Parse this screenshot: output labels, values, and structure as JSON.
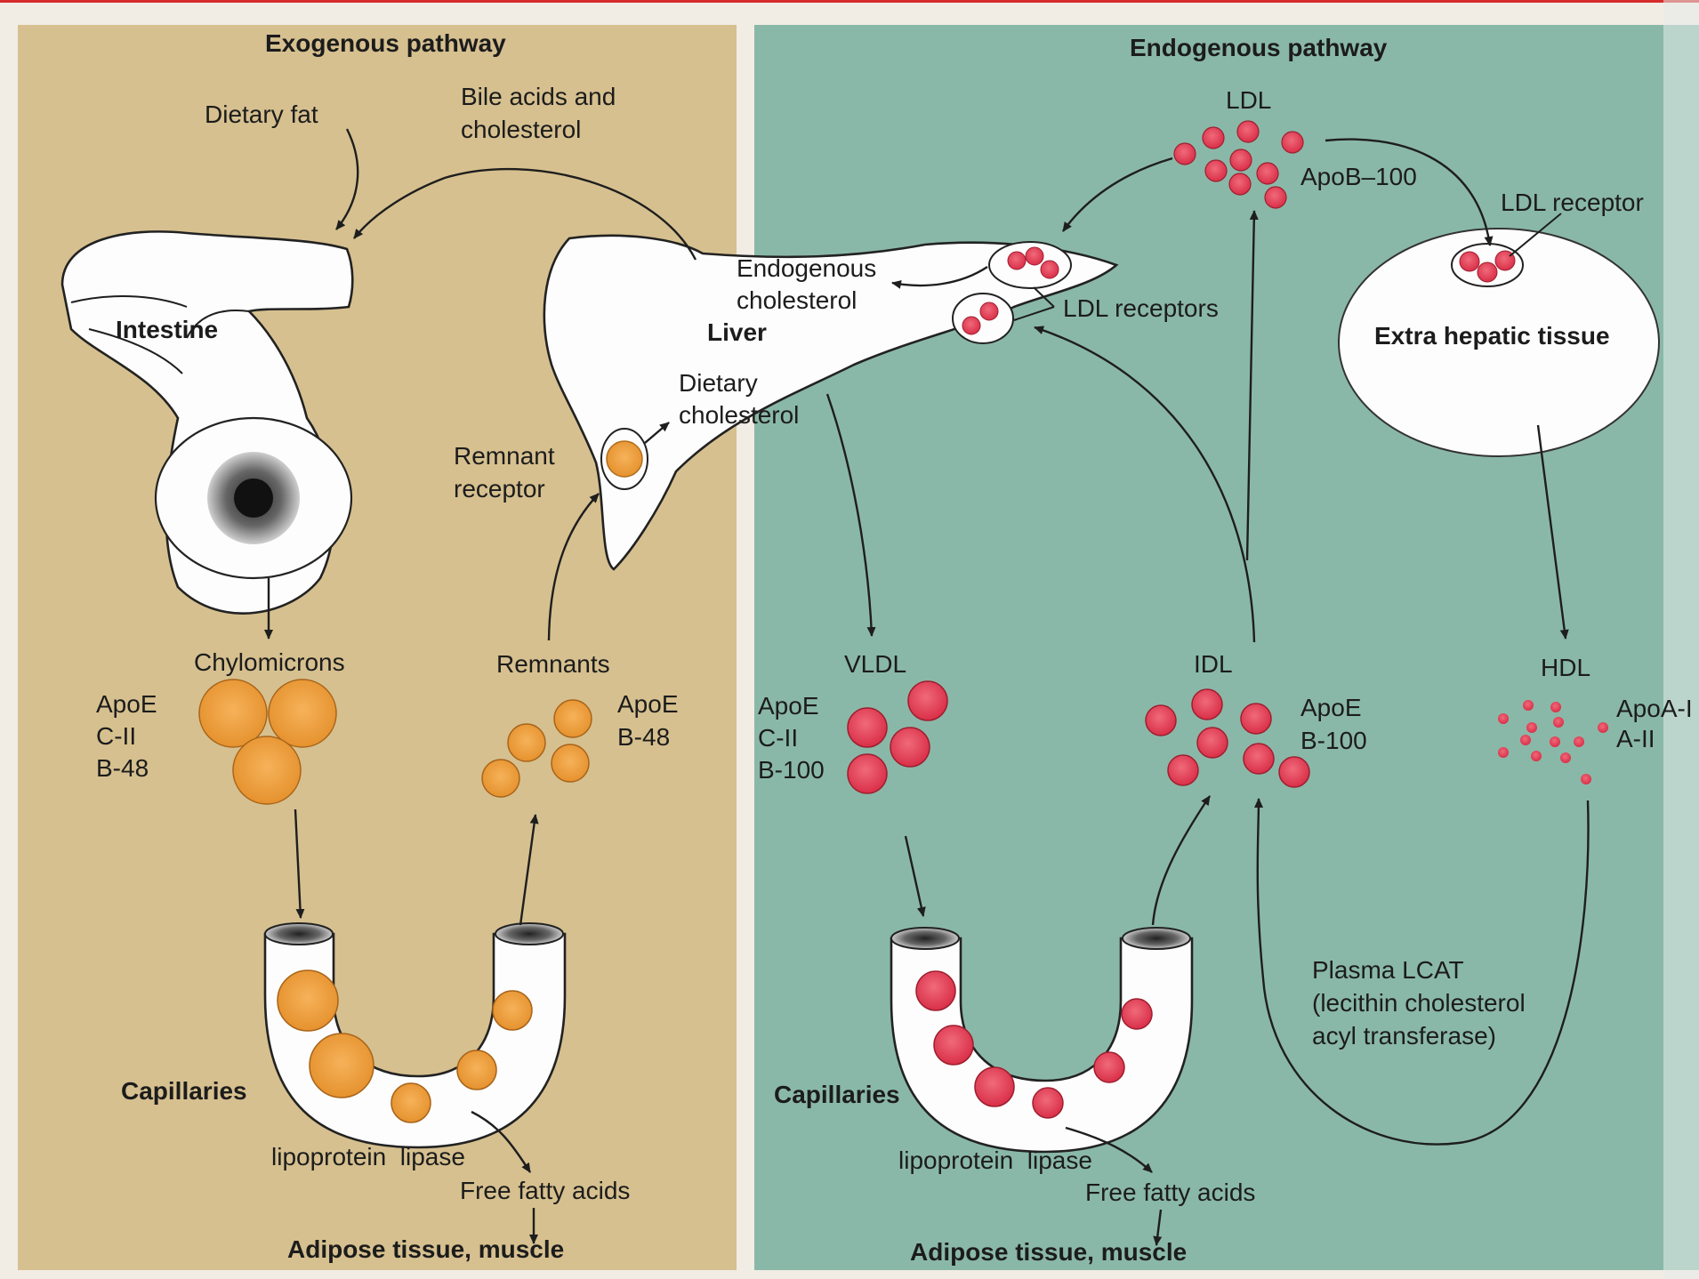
{
  "exogenous": {
    "title": "Exogenous pathway",
    "dietary_fat": "Dietary fat",
    "bile_acids_line1": "Bile acids and",
    "bile_acids_line2": "cholesterol",
    "intestine": "Intestine",
    "chylomicrons": "Chylomicrons",
    "chylo_apo": [
      "ApoE",
      "C-II",
      "B-48"
    ],
    "remnants": "Remnants",
    "remnant_apo": [
      "ApoE",
      "B-48"
    ],
    "remnant_receptor_line1": "Remnant",
    "remnant_receptor_line2": "receptor",
    "capillaries": "Capillaries",
    "lipoprotein_lipase": "lipoprotein  lipase",
    "free_fatty_acids": "Free fatty acids",
    "adipose": "Adipose tissue, muscle"
  },
  "liver": {
    "name": "Liver",
    "endogenous_chol_line1": "Endogenous",
    "endogenous_chol_line2": "cholesterol",
    "dietary_chol_line1": "Dietary",
    "dietary_chol_line2": "cholesterol",
    "ldl_receptors": "LDL receptors"
  },
  "endogenous": {
    "title": "Endogenous pathway",
    "ldl": "LDL",
    "ldl_apo": "ApoB–100",
    "ldl_receptor": "LDL receptor",
    "extra_hepatic": "Extra hepatic tissue",
    "vldl": "VLDL",
    "vldl_apo": [
      "ApoE",
      "C-II",
      "B-100"
    ],
    "idl": "IDL",
    "idl_apo": [
      "ApoE",
      "B-100"
    ],
    "hdl": "HDL",
    "hdl_apo": [
      "ApoA-I",
      "A-II"
    ],
    "lcat_line1": "Plasma LCAT",
    "lcat_line2": "(lecithin cholesterol",
    "lcat_line3": "acyl transferase)",
    "capillaries": "Capillaries",
    "lipoprotein_lipase": "lipoprotein  lipase",
    "free_fatty_acids": "Free fatty acids",
    "adipose": "Adipose tissue, muscle"
  },
  "colors": {
    "exogenous_bg": "#d6c08f",
    "endogenous_bg": "#8ab8a8",
    "chylomicron": "#f0a040",
    "lipoprotein_red": "#e8475a"
  }
}
